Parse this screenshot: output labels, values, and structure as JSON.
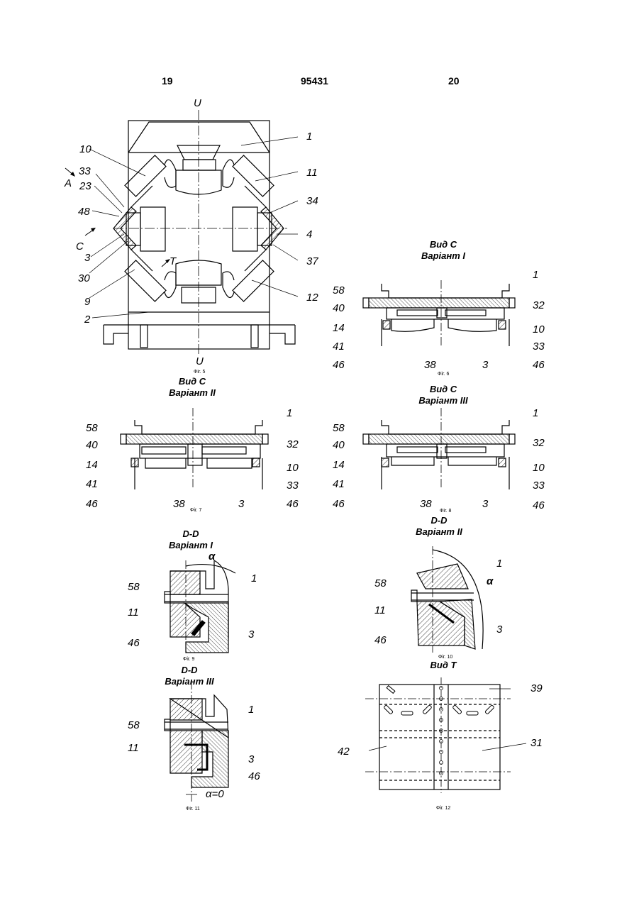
{
  "header": {
    "page_left": "19",
    "patent_no": "95431",
    "page_right": "20"
  },
  "fig5": {
    "axis_top": "U",
    "axis_bottom": "U",
    "caption": "Фіг. 5",
    "callouts": [
      "10",
      "33",
      "A",
      "23",
      "48",
      "C",
      "3",
      "30",
      "9",
      "2",
      "1",
      "11",
      "34",
      "4",
      "37",
      "T",
      "12"
    ]
  },
  "fig6": {
    "title1": "Вид С",
    "title2": "Варіант І",
    "caption": "Фіг. 6",
    "callouts": [
      "58",
      "40",
      "14",
      "41",
      "46",
      "1",
      "32",
      "10",
      "33",
      "46",
      "38",
      "3"
    ]
  },
  "fig7": {
    "title1": "Вид С",
    "title2": "Варіант ІІ",
    "caption": "Фіг. 7",
    "callouts": [
      "58",
      "40",
      "14",
      "41",
      "46",
      "1",
      "32",
      "10",
      "33",
      "46",
      "38",
      "3"
    ]
  },
  "fig8": {
    "title1": "Вид С",
    "title2": "Варіант ІІІ",
    "caption": "Фіг. 8",
    "callouts": [
      "58",
      "40",
      "14",
      "41",
      "46",
      "1",
      "32",
      "10",
      "33",
      "46",
      "38",
      "3"
    ]
  },
  "fig9": {
    "title1": "D-D",
    "title2": "Варіант І",
    "caption": "Фіг. 9",
    "callouts": [
      "α",
      "58",
      "11",
      "46",
      "1",
      "3"
    ]
  },
  "fig10": {
    "title1": "D-D",
    "title2": "Варіант ІІ",
    "caption": "Фіг. 10",
    "callouts": [
      "58",
      "11",
      "46",
      "1",
      "3",
      "α"
    ]
  },
  "fig11": {
    "title1": "D-D",
    "title2": "Варіант ІІІ",
    "caption": "Фіг. 11",
    "callouts": [
      "58",
      "11",
      "1",
      "3",
      "46",
      "α=0"
    ]
  },
  "fig12": {
    "title": "Вид Т",
    "caption": "Фіг. 12",
    "callouts": [
      "39",
      "42",
      "31"
    ]
  }
}
